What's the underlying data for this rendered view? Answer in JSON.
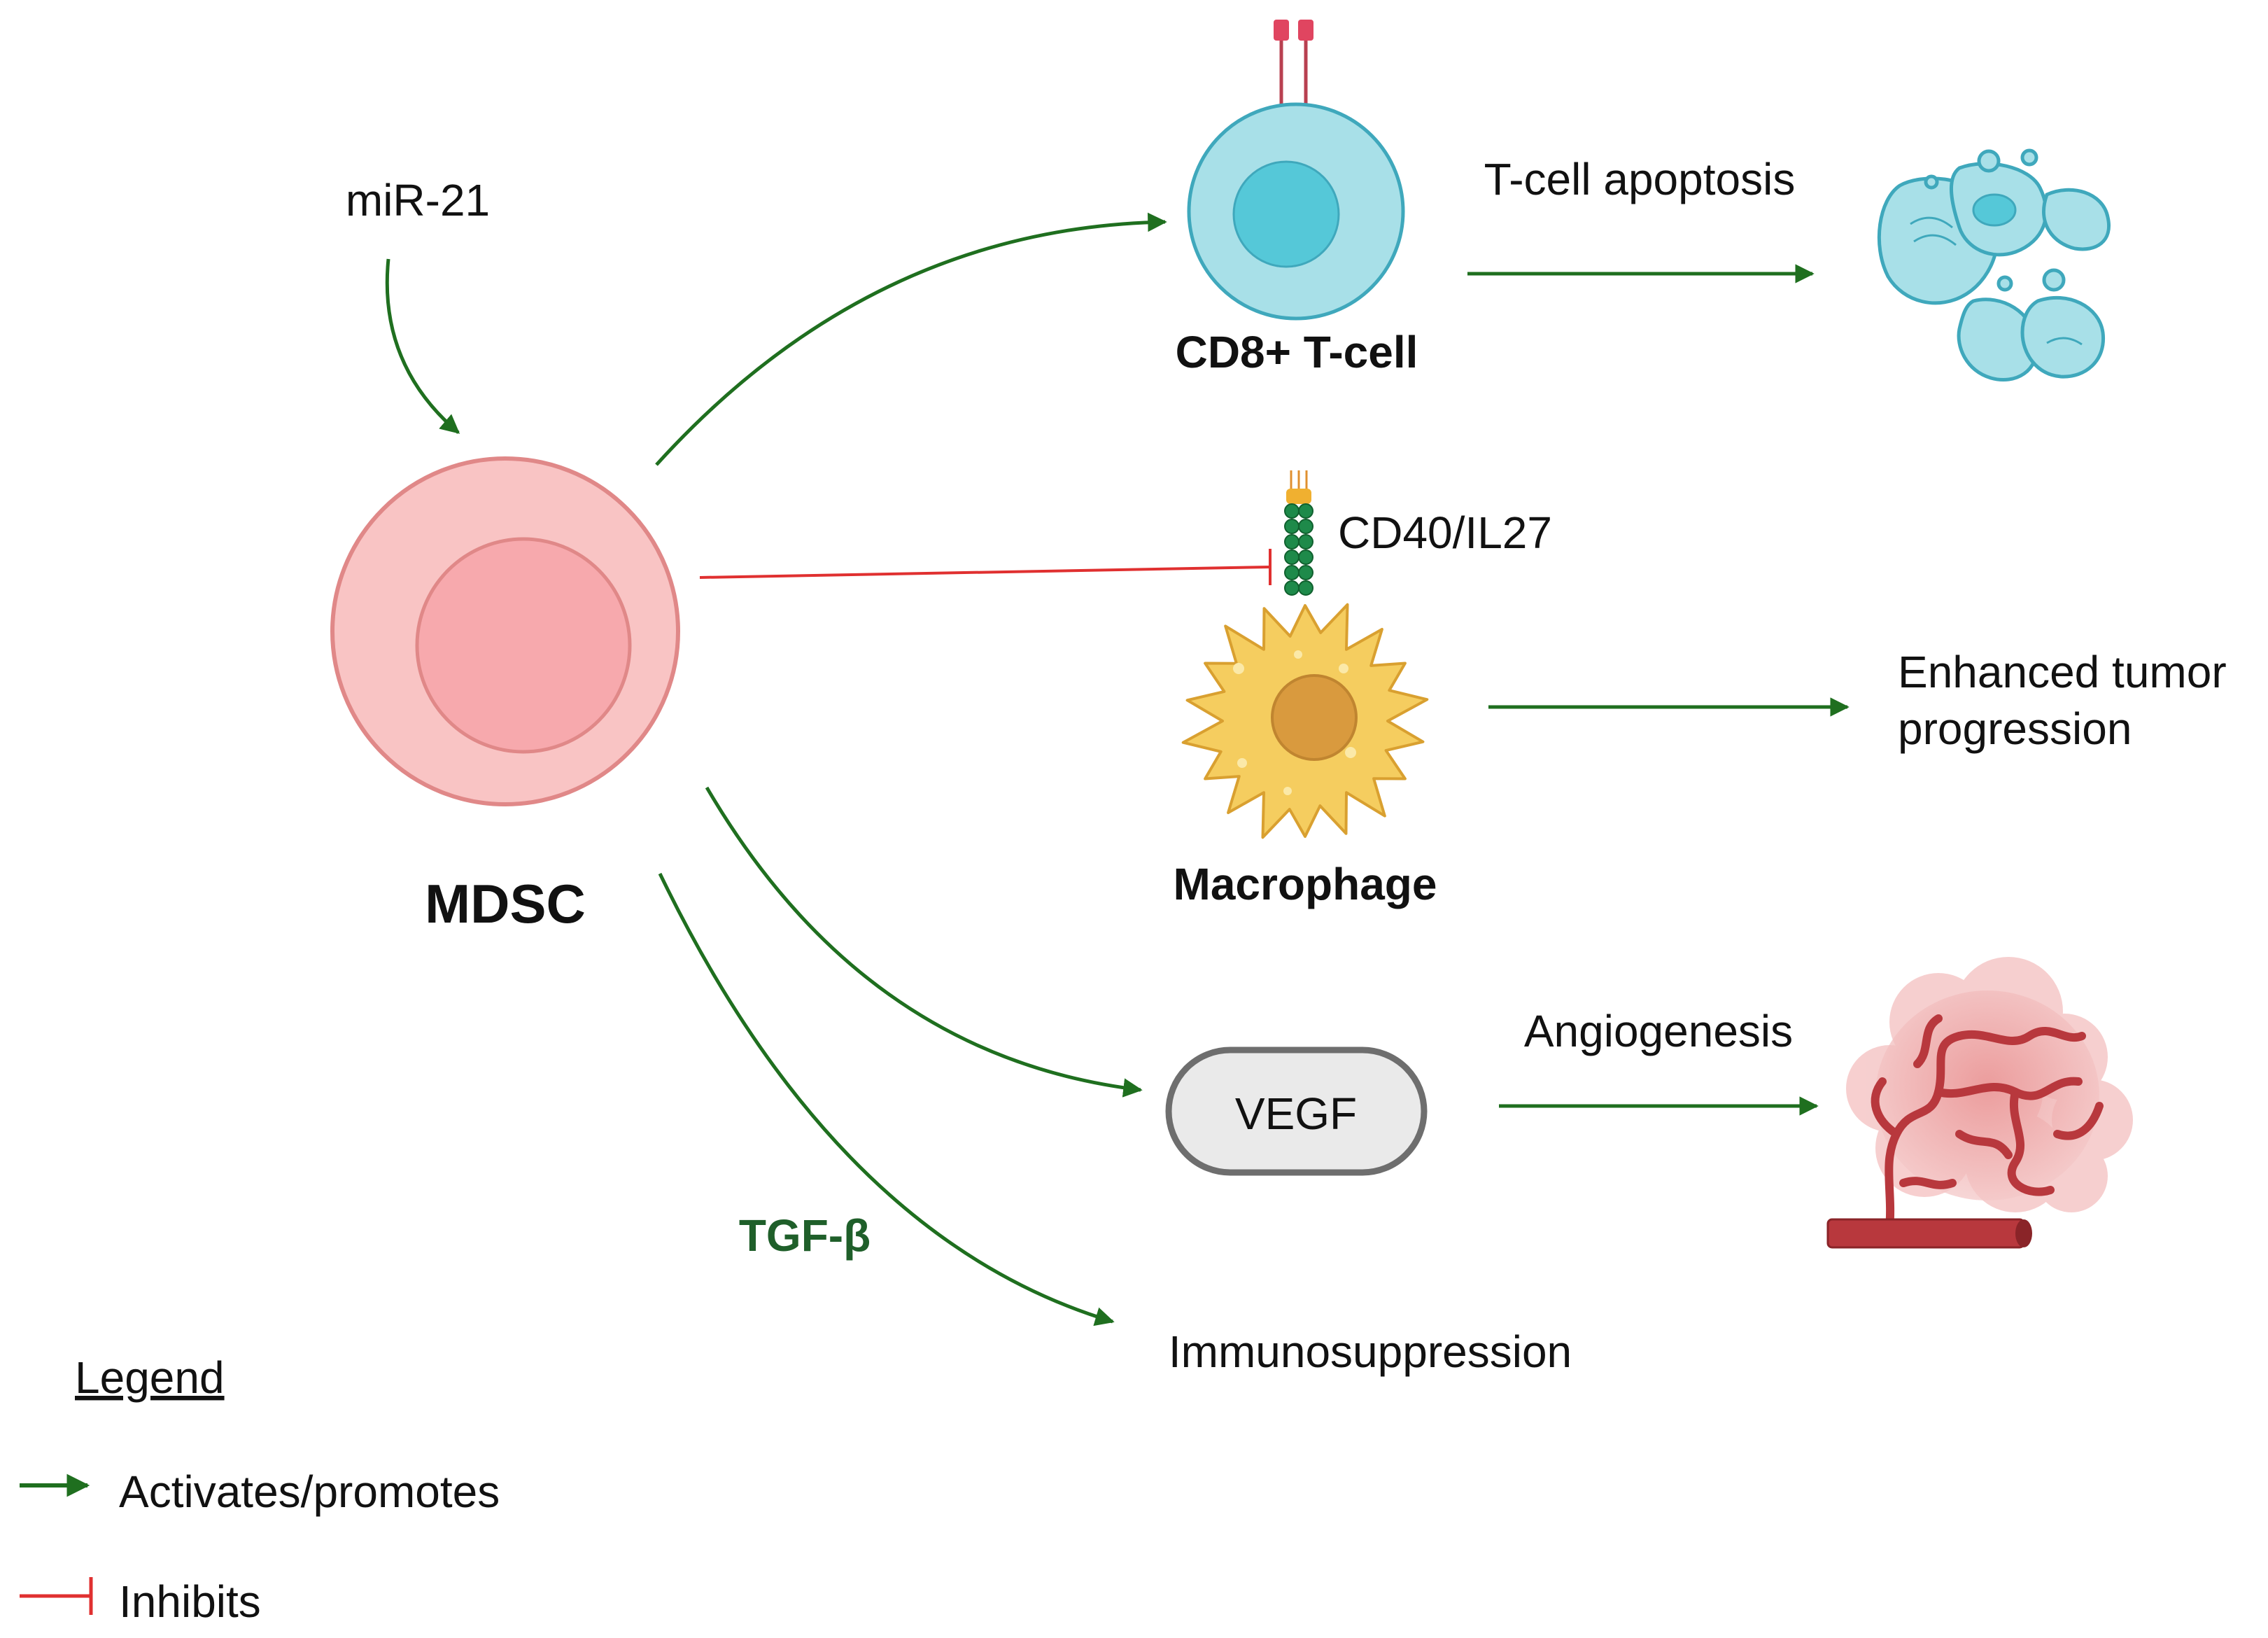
{
  "labels": {
    "mir21": "miR-21",
    "mdsc": "MDSC",
    "cd8": "CD8+ T-cell",
    "tcell_apoptosis": "T-cell apoptosis",
    "cd40": "CD40/IL27",
    "macrophage": "Macrophage",
    "enhanced_line1": "Enhanced tumor",
    "enhanced_line2": "progression",
    "vegf": "VEGF",
    "angiogenesis": "Angiogenesis",
    "tgfb": "TGF-β",
    "immunosuppression": "Immunosuppression"
  },
  "legend": {
    "title": "Legend",
    "activates": "Activates/promotes",
    "inhibits": "Inhibits"
  },
  "colors": {
    "activate": "#1f6f1f",
    "inhibit": "#e03030",
    "mdsc_fill": "#f9c4c4",
    "mdsc_stroke": "#e08888",
    "tcell_fill": "#a8e0e8",
    "tcell_stroke": "#3fa8bc",
    "macrophage_fill": "#f5cd5f",
    "macrophage_nucleus": "#d99a3e",
    "vegf_fill": "#eaeaea",
    "vessel": "#b8383d",
    "tgfb_text": "#1f5f2a"
  }
}
